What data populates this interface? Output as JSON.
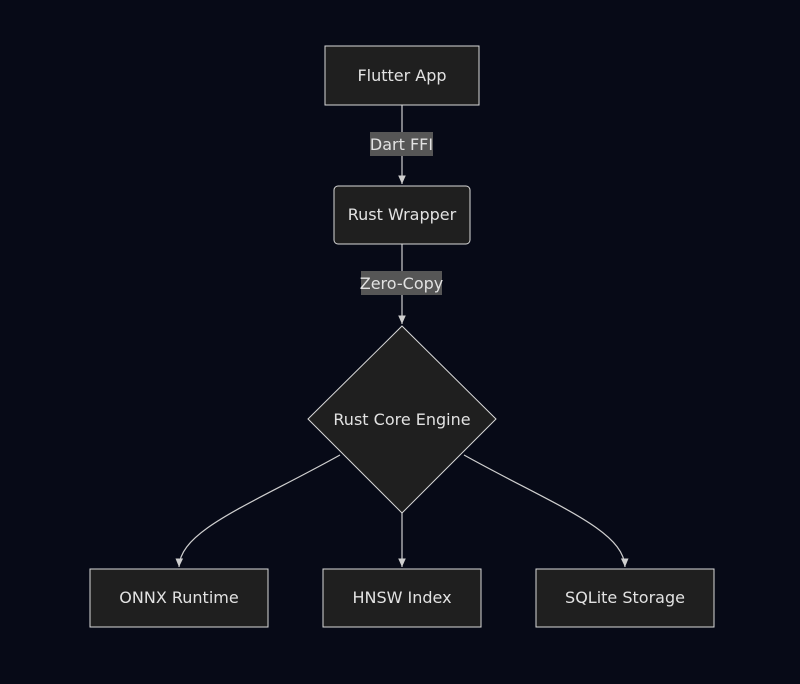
{
  "diagram": {
    "colors": {
      "background": "#070a17",
      "node_fill": "#1f1f1f",
      "node_stroke": "#d9d9d9",
      "edge_stroke": "#cfcfcf",
      "label_fill": "#565656",
      "text": "#e2e2e2"
    },
    "nodes": {
      "flutter_app": {
        "label": "Flutter App",
        "shape": "rect"
      },
      "rust_wrapper": {
        "label": "Rust Wrapper",
        "shape": "rounded-rect"
      },
      "rust_core": {
        "label": "Rust Core Engine",
        "shape": "diamond"
      },
      "onnx": {
        "label": "ONNX Runtime",
        "shape": "rect"
      },
      "hnsw": {
        "label": "HNSW Index",
        "shape": "rect"
      },
      "sqlite": {
        "label": "SQLite Storage",
        "shape": "rect"
      }
    },
    "edges": {
      "app_to_wrapper": {
        "from": "Flutter App",
        "to": "Rust Wrapper",
        "label": "Dart FFI"
      },
      "wrapper_to_core": {
        "from": "Rust Wrapper",
        "to": "Rust Core Engine",
        "label": "Zero-Copy"
      },
      "core_to_onnx": {
        "from": "Rust Core Engine",
        "to": "ONNX Runtime",
        "label": ""
      },
      "core_to_hnsw": {
        "from": "Rust Core Engine",
        "to": "HNSW Index",
        "label": ""
      },
      "core_to_sqlite": {
        "from": "Rust Core Engine",
        "to": "SQLite Storage",
        "label": ""
      }
    }
  }
}
